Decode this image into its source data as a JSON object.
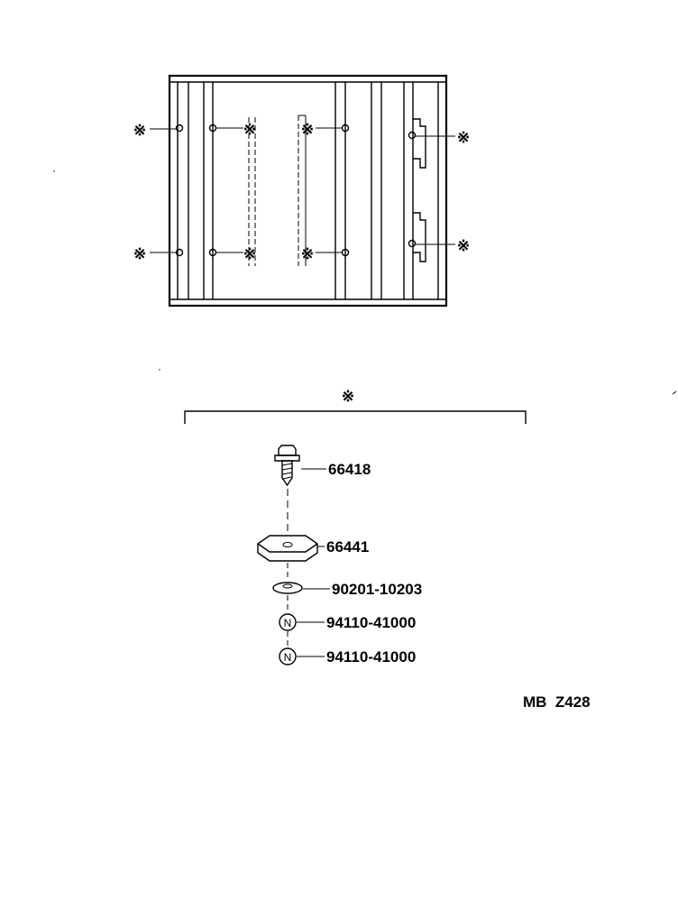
{
  "diagram": {
    "ref_symbol": "※",
    "parts": [
      {
        "id": "bolt",
        "number": "66418"
      },
      {
        "id": "pad",
        "number": "66441"
      },
      {
        "id": "washer",
        "number": "90201-10203"
      },
      {
        "id": "nut1",
        "number": "94110-41000",
        "marker": "N"
      },
      {
        "id": "nut2",
        "number": "94110-41000",
        "marker": "N"
      }
    ],
    "drawing_code": "MB  Z428"
  }
}
